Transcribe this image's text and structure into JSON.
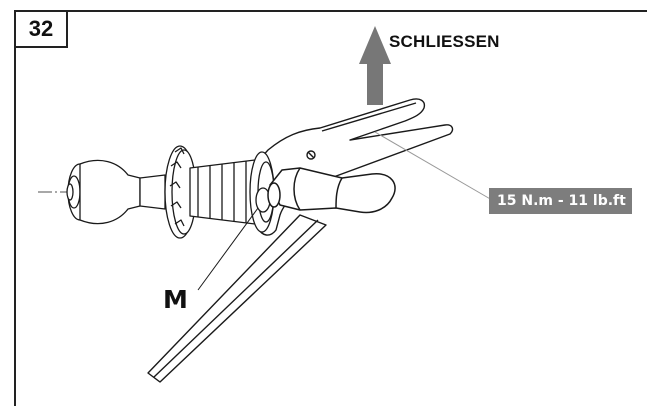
{
  "figure": {
    "step_number": "32",
    "direction_label": "SCHLIESSEN",
    "torque_spec": "15 N.m - 11 lb.ft",
    "part_label": "M"
  },
  "colors": {
    "line": "#1a1a1a",
    "arrow": "#777777",
    "label_bg": "#7d7d7d",
    "leader": "#999999"
  }
}
